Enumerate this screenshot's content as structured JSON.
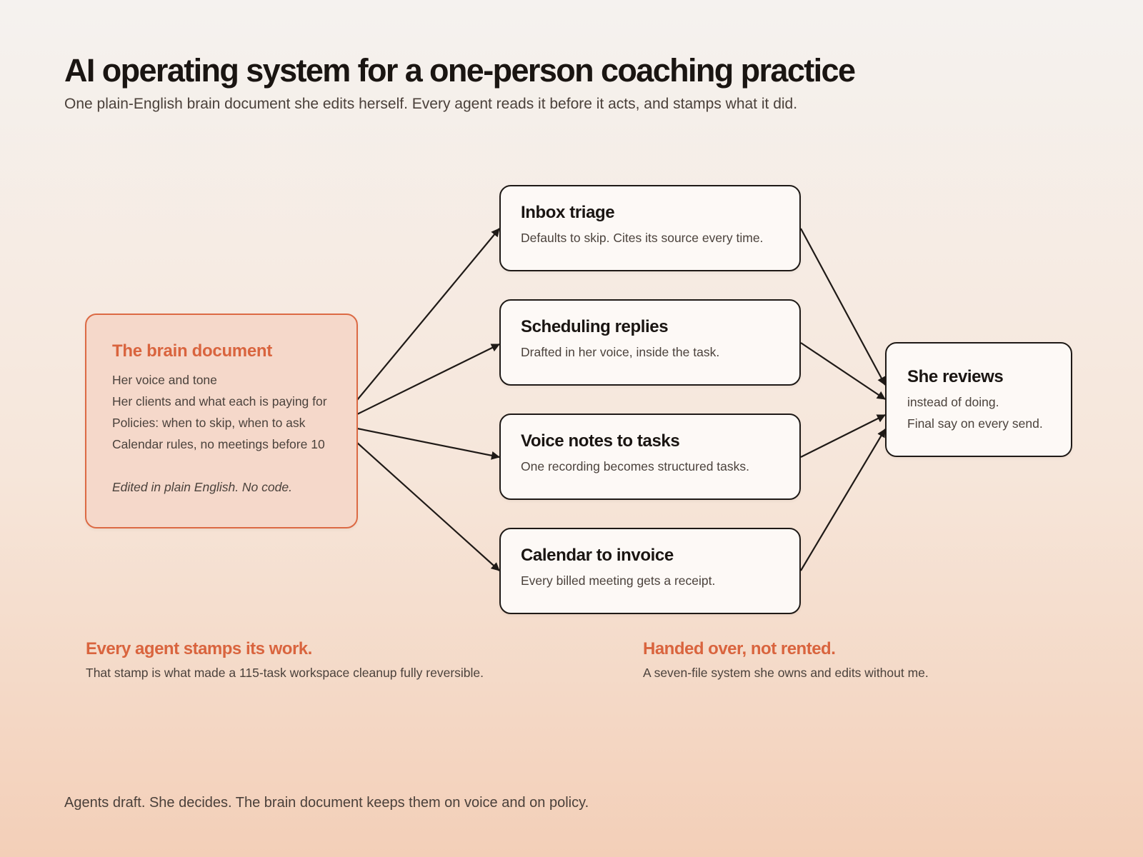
{
  "header": {
    "title": "AI operating system for a one-person coaching practice",
    "subtitle": "One plain-English brain document she edits herself. Every agent reads it before it acts, and stamps what it did."
  },
  "brain": {
    "title": "The brain document",
    "items": [
      "Her voice and tone",
      "Her clients and what each is paying for",
      "Policies: when to skip, when to ask",
      "Calendar rules, no meetings before 10"
    ],
    "note": "Edited in plain English. No code.",
    "accent_color": "#d9643e"
  },
  "agents": [
    {
      "title": "Inbox triage",
      "desc": "Defaults to skip. Cites its source every time."
    },
    {
      "title": "Scheduling replies",
      "desc": "Drafted in her voice, inside the task."
    },
    {
      "title": "Voice notes to tasks",
      "desc": "One recording becomes structured tasks."
    },
    {
      "title": "Calendar to invoice",
      "desc": "Every billed meeting gets a receipt."
    }
  ],
  "review": {
    "title": "She reviews",
    "lines": [
      "instead of doing.",
      "Final say on every send."
    ]
  },
  "footnotes": [
    {
      "title": "Every agent stamps its work.",
      "text": "That stamp is what made a 115-task workspace cleanup fully reversible."
    },
    {
      "title": "Handed over, not rented.",
      "text": "A seven-file system she owns and edits without me."
    }
  ],
  "footer": "Agents draft. She decides. The brain document keeps them on voice and on policy.",
  "colors": {
    "accent": "#d9643e",
    "stroke": "#1f1a17",
    "box_fill": "#fdf9f6",
    "brain_fill": "#f5d8ca"
  }
}
